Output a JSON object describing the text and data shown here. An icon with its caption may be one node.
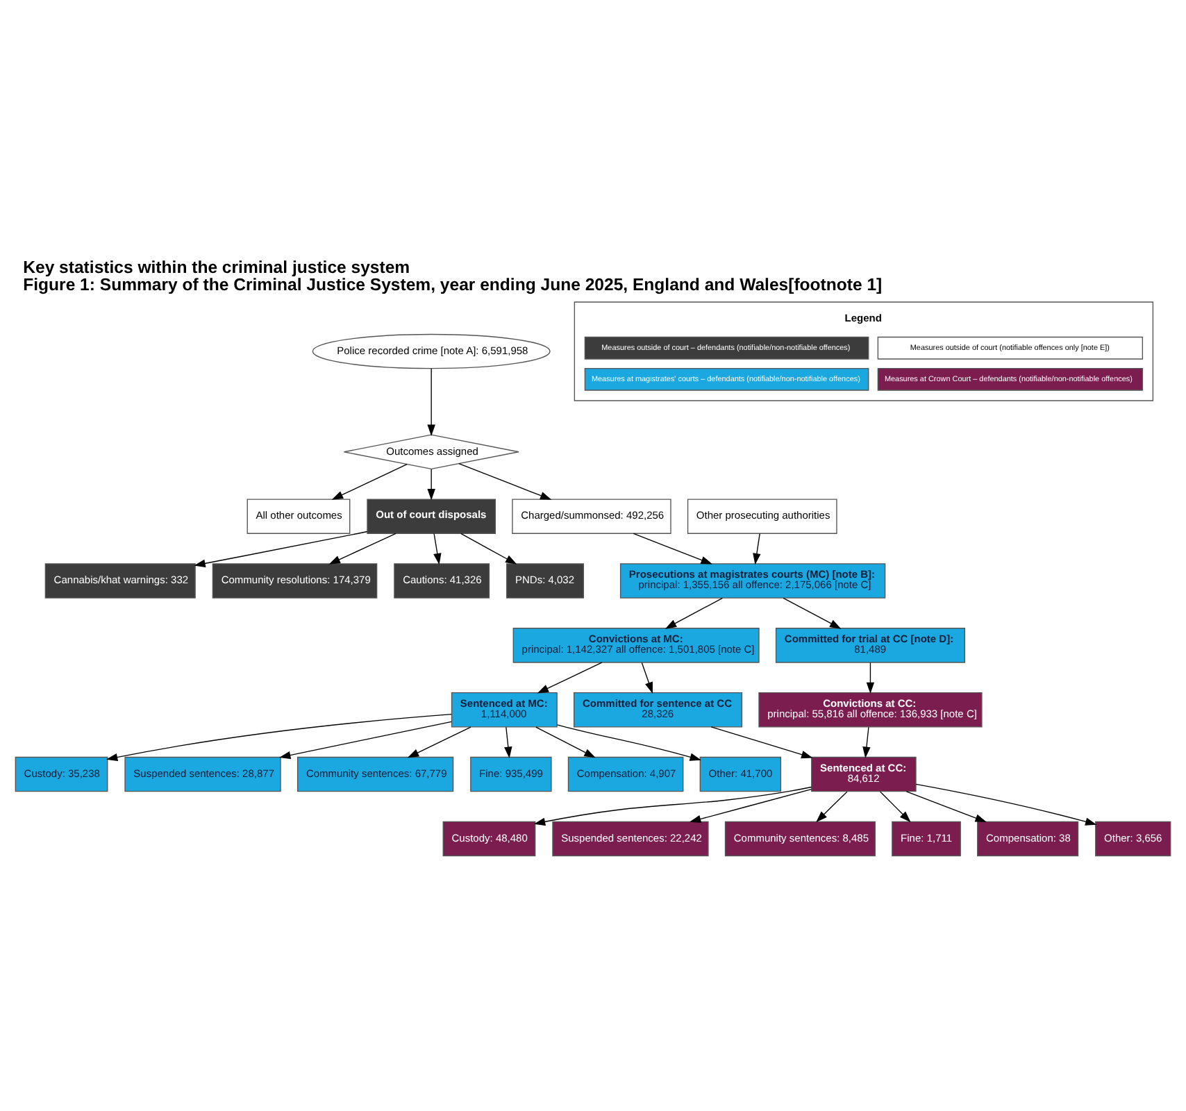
{
  "diagram": {
    "title": "Key statistics within the criminal justice system",
    "caption": "Figure 1: Summary of the Criminal Justice System, year ending June 2025, England and Wales[footnote 1]",
    "nodes": [
      {
        "text": [
          "Police recorded crime [note A]: 6,591,958"
        ]
      },
      {
        "text": [
          "Outcomes assigned"
        ]
      },
      {
        "text": [
          "All other outcomes"
        ]
      },
      {
        "text": [
          "Out of court disposals"
        ]
      },
      {
        "text": [
          "Charged/summonsed: 492,256"
        ]
      },
      {
        "text": [
          "Other prosecuting authorities"
        ]
      },
      {
        "text": [
          "Cannabis/khat warnings: 332"
        ]
      },
      {
        "text": [
          "Community resolutions: 174,379"
        ]
      },
      {
        "text": [
          "Cautions: 41,326"
        ]
      },
      {
        "text": [
          "PNDs: 4,032"
        ]
      },
      {
        "text": [
          "Prosecutions at magistrates courts (MC) [note B]:",
          "principal: 1,355,156 all offence: 2,175,066 [note C]"
        ]
      },
      {
        "text": [
          "Convictions at MC:",
          "principal: 1,142,327 all offence: 1,501,805 [note C]"
        ]
      },
      {
        "text": [
          "Committed for trial at CC [note D]:",
          "81,489"
        ]
      },
      {
        "text": [
          "Sentenced at MC:",
          "1,114,000"
        ]
      },
      {
        "text": [
          "Committed for sentence at CC",
          "28,326"
        ]
      },
      {
        "text": [
          "Convictions at CC:",
          "principal: 55,816 all offence: 136,933 [note C]"
        ]
      },
      {
        "text": [
          "Custody: 35,238"
        ]
      },
      {
        "text": [
          "Suspended sentences: 28,877"
        ]
      },
      {
        "text": [
          "Community sentences: 67,779"
        ]
      },
      {
        "text": [
          "Fine: 935,499"
        ]
      },
      {
        "text": [
          "Compensation: 4,907"
        ]
      },
      {
        "text": [
          "Other: 41,700"
        ]
      },
      {
        "text": [
          "Sentenced at CC:",
          "84,612"
        ]
      },
      {
        "text": [
          "Custody: 48,480"
        ]
      },
      {
        "text": [
          "Suspended sentences: 22,242"
        ]
      },
      {
        "text": [
          "Community sentences: 8,485"
        ]
      },
      {
        "text": [
          "Fine: 1,711"
        ]
      },
      {
        "text": [
          "Compensation: 38"
        ]
      },
      {
        "text": [
          "Other: 3,656"
        ]
      }
    ],
    "edges": [
      {
        "from": 0,
        "to": 1,
        "arrow": "to"
      },
      {
        "from": 1,
        "to": 2,
        "arrow": "to"
      },
      {
        "from": 1,
        "to": 3,
        "arrow": "to"
      },
      {
        "from": 1,
        "to": 4,
        "arrow": "to"
      },
      {
        "from": 3,
        "to": 6,
        "arrow": "to"
      },
      {
        "from": 3,
        "to": 7,
        "arrow": "to"
      },
      {
        "from": 3,
        "to": 8,
        "arrow": "to"
      },
      {
        "from": 3,
        "to": 9,
        "arrow": "to"
      },
      {
        "from": 4,
        "to": 10,
        "arrow": "to"
      },
      {
        "from": 5,
        "to": 10,
        "arrow": "to"
      },
      {
        "from": 10,
        "to": 11,
        "arrow": "to"
      },
      {
        "from": 10,
        "to": 12,
        "arrow": "to"
      },
      {
        "from": 11,
        "to": 13,
        "arrow": "to"
      },
      {
        "from": 11,
        "to": 14,
        "arrow": "to"
      },
      {
        "from": 12,
        "to": 15,
        "arrow": "to"
      },
      {
        "from": 13,
        "to": 16,
        "arrow": "to"
      },
      {
        "from": 13,
        "to": 17,
        "arrow": "to"
      },
      {
        "from": 13,
        "to": 18,
        "arrow": "to"
      },
      {
        "from": 13,
        "to": 19,
        "arrow": "to"
      },
      {
        "from": 13,
        "to": 20,
        "arrow": "to"
      },
      {
        "from": 13,
        "to": 21,
        "arrow": "to"
      },
      {
        "from": 14,
        "to": 22,
        "arrow": "to"
      },
      {
        "from": 15,
        "to": 22,
        "arrow": "to"
      },
      {
        "from": 22,
        "to": 23,
        "arrow": "to"
      },
      {
        "from": 22,
        "to": 24,
        "arrow": "to"
      },
      {
        "from": 22,
        "to": 25,
        "arrow": "to"
      },
      {
        "from": 22,
        "to": 26,
        "arrow": "to"
      },
      {
        "from": 22,
        "to": 27,
        "arrow": "to"
      },
      {
        "from": 22,
        "to": 28,
        "arrow": "to"
      }
    ],
    "labels": [
      "Legend"
    ],
    "legend": [
      {
        "text": "Measures outside of court – defendants (notifiable/non-notifiable offences)",
        "color": "#3c3c3c"
      },
      {
        "text": "Measures outside of court (notifiable offences only [note E])",
        "color": "#ffffff"
      },
      {
        "text": "Measures at magistrates' courts – defendants (notifiable/non-notifiable offences)",
        "color": "#1ba7df"
      },
      {
        "text": "Measures at Crown Court – defendants (notifiable/non-notifiable offences)",
        "color": "#7b1d4e"
      }
    ]
  }
}
